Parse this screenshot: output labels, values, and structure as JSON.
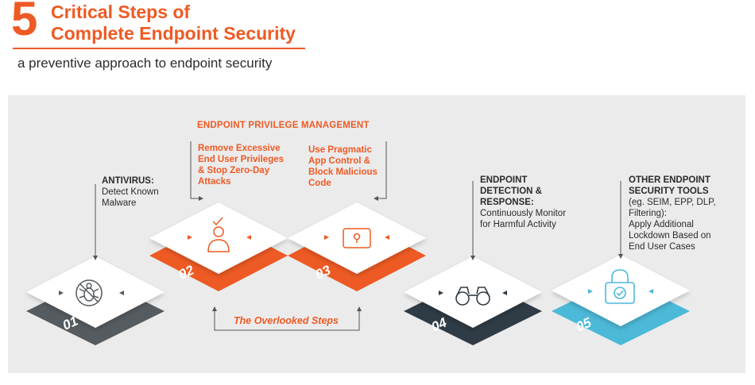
{
  "header": {
    "number": "5",
    "title_line1": "Critical Steps of",
    "title_line2": "Complete Endpoint Security",
    "subtitle": "a preventive approach to endpoint security"
  },
  "epm": {
    "title": "ENDPOINT PRIVILEGE MANAGEMENT",
    "left_text": [
      "Remove Excessive",
      "End User Privileges",
      "& Stop Zero-Day",
      "Attacks"
    ],
    "right_text": [
      "Use Pragmatic",
      "App Control &",
      "Block Malicious",
      "Code"
    ]
  },
  "steps": [
    {
      "num": "01",
      "icon": "bug-blocked-icon",
      "color": "#555b5f",
      "heading": [
        "ANTIVIRUS:"
      ],
      "body": [
        "Detect Known",
        "Malware"
      ]
    },
    {
      "num": "02",
      "icon": "user-check-icon",
      "color": "#ee5a24",
      "heading": [],
      "body": []
    },
    {
      "num": "03",
      "icon": "lock-window-icon",
      "color": "#ee5a24",
      "heading": [],
      "body": []
    },
    {
      "num": "04",
      "icon": "binoculars-icon",
      "color": "#2f3b45",
      "heading": [
        "ENDPOINT",
        "DETECTION &",
        "RESPONSE:"
      ],
      "body": [
        "Continuously Monitor",
        "for Harmful Activity"
      ]
    },
    {
      "num": "05",
      "icon": "padlock-check-icon",
      "color": "#4cb9d8",
      "heading": [
        "OTHER ENDPOINT",
        "SECURITY TOOLS"
      ],
      "body": [
        "(eg. SEIM, EPP, DLP,",
        "Filtering):",
        "Apply Additional",
        "Lockdown Based on",
        "End User Cases"
      ]
    }
  ],
  "overlooked": "The Overlooked Steps",
  "colors": {
    "accent": "#ee5a24",
    "panel": "#ebebeb",
    "step01": "#555b5f",
    "step04": "#2f3b45",
    "step05": "#4cb9d8"
  }
}
